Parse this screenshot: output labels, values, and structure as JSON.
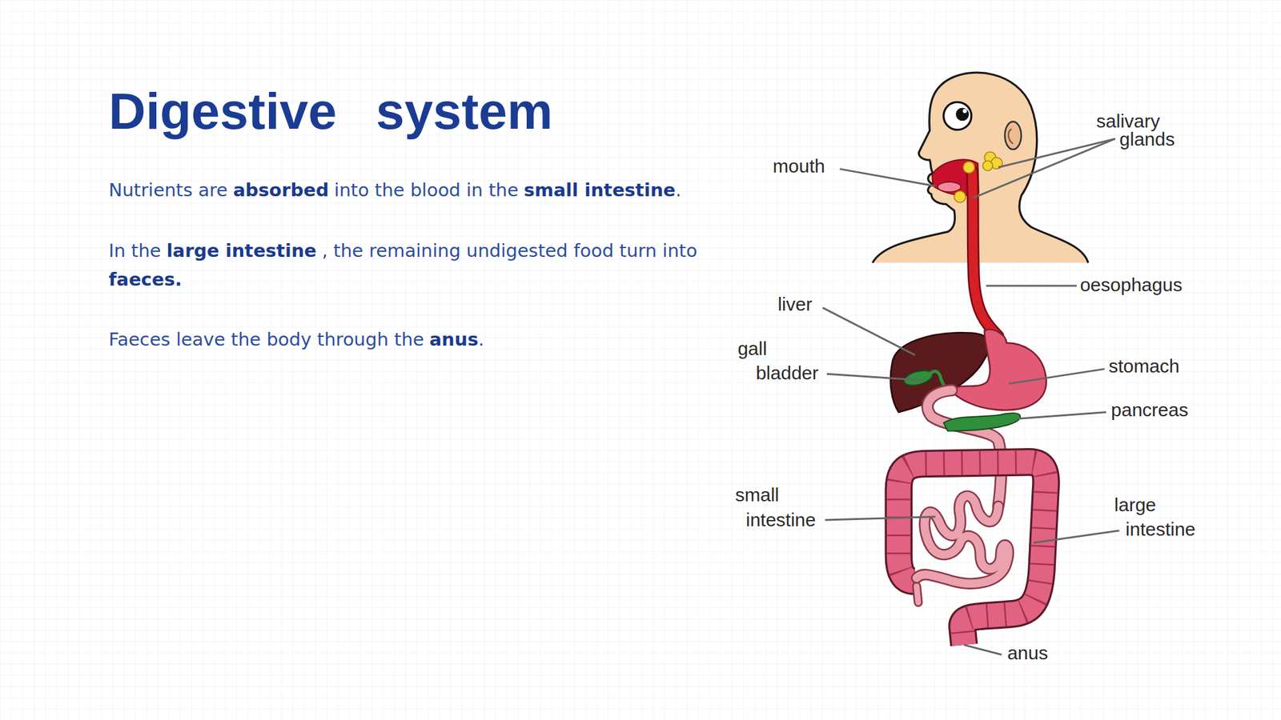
{
  "diagram": {
    "title": "Digestive system",
    "labels": [
      "Nutrients are",
      "absorbed",
      "into the blood in the",
      "small intestine",
      ".",
      "In the",
      "large intestine",
      ", the remaining undigested food turn into",
      "faeces.",
      "Faeces leave the body through the",
      "anus",
      ".",
      "salivary glands",
      "mouth",
      "oesophagus",
      "liver",
      "gall bladder",
      "stomach",
      "pancreas",
      "small intestine",
      "large intestine",
      "anus"
    ]
  }
}
